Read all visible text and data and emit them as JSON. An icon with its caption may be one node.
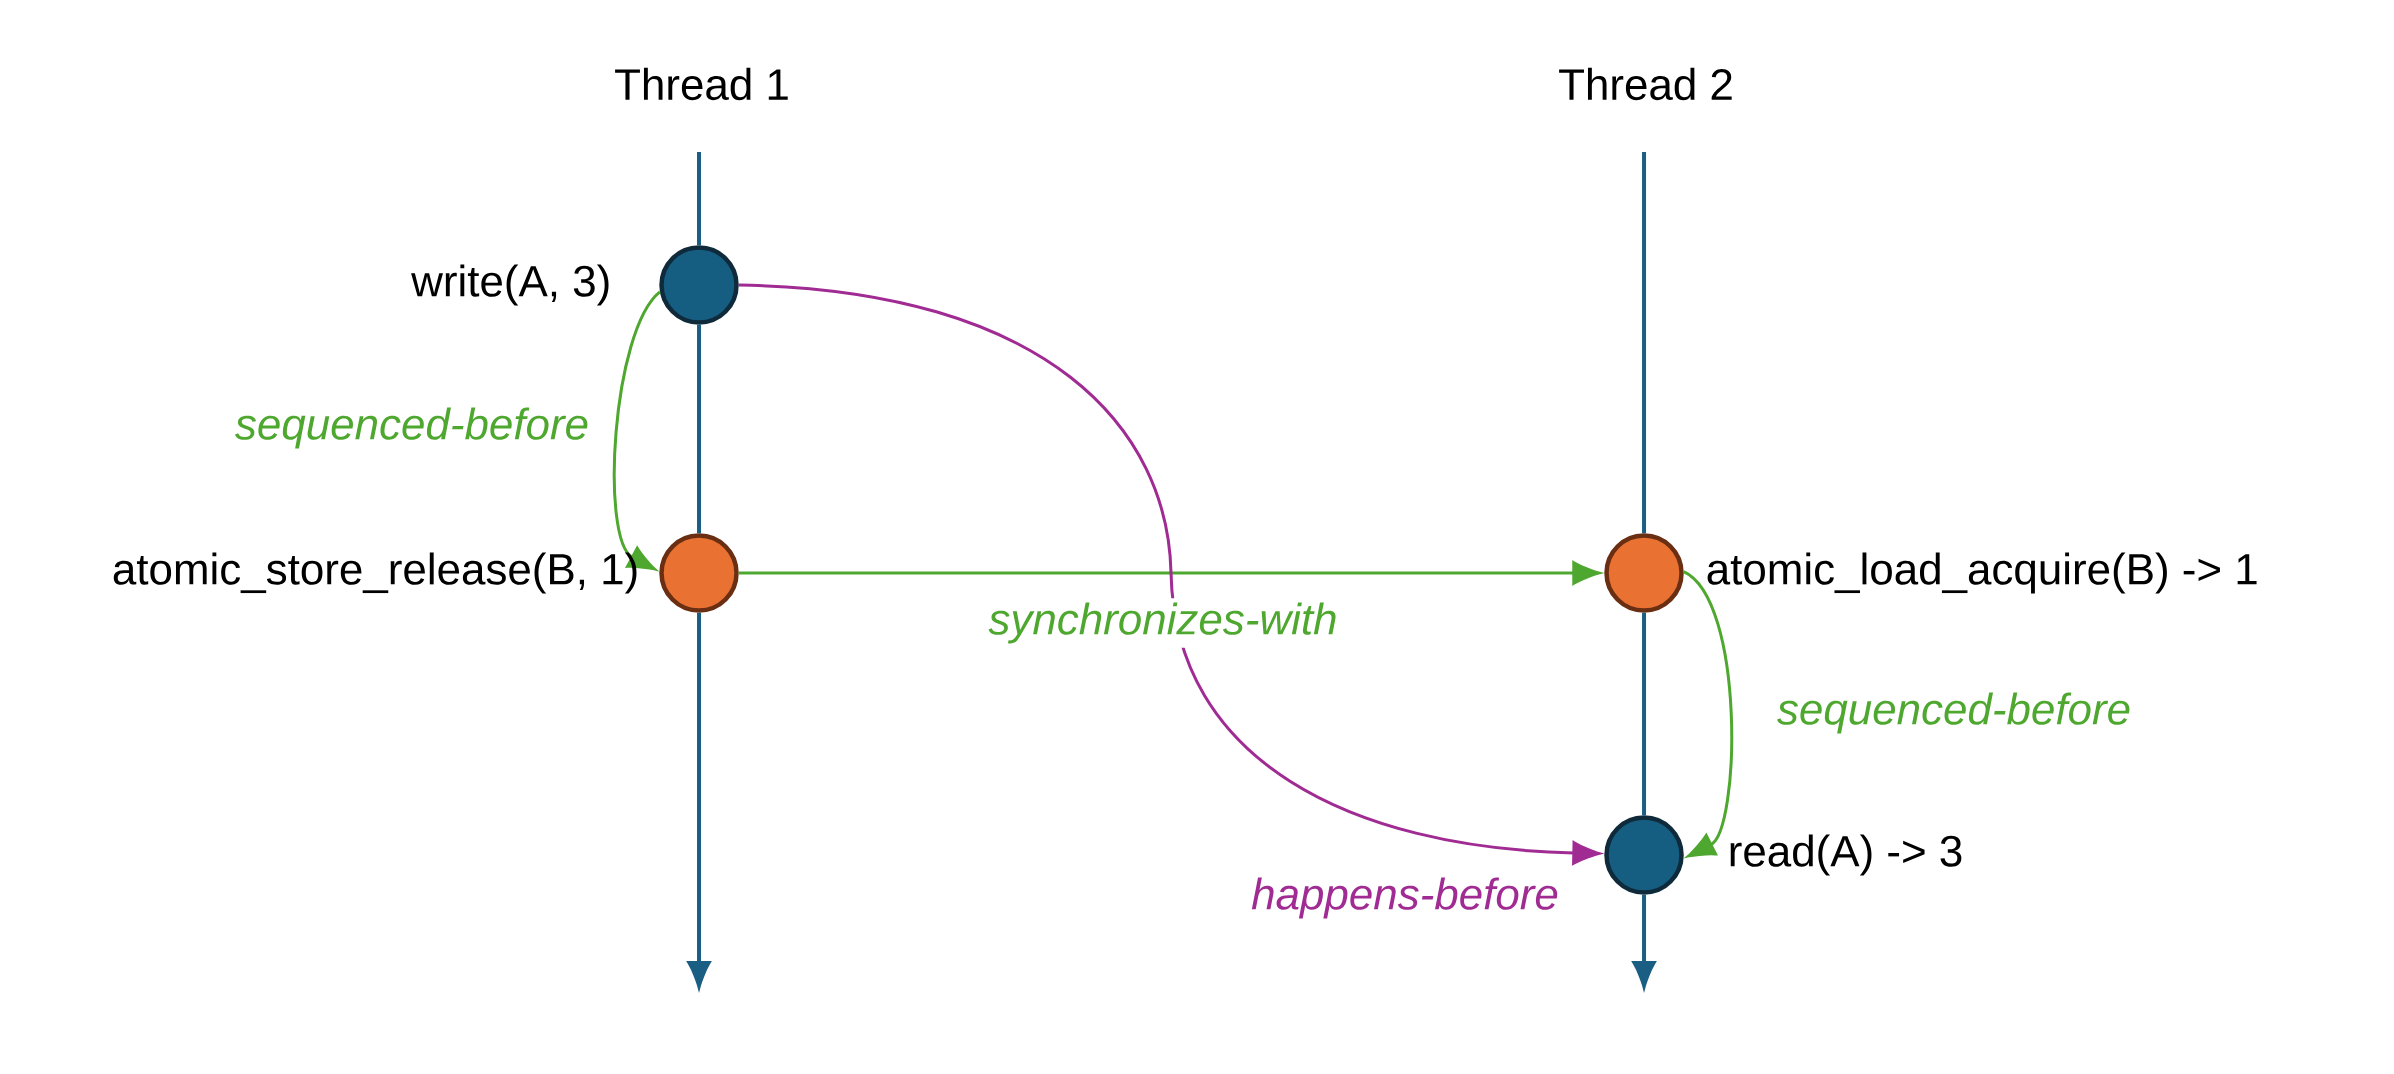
{
  "diagram": {
    "nodes": [
      {
        "text": [],
        "shape": "circle",
        "beside": [
          "write(A, 3)"
        ]
      },
      {
        "text": [],
        "shape": "circle",
        "beside": [
          "atomic_store_release(B, 1)"
        ]
      },
      {
        "text": [],
        "shape": "circle",
        "beside": [
          "atomic_load_acquire(B) -> 1"
        ]
      },
      {
        "text": [],
        "shape": "circle",
        "beside": [
          "read(A) -> 3"
        ]
      }
    ],
    "edges": [
      {
        "from": null,
        "to": 0,
        "arrow": "none",
        "color": "#1b5e84"
      },
      {
        "from": 0,
        "to": 1,
        "arrow": "none",
        "color": "#1b5e84"
      },
      {
        "from": 1,
        "to": null,
        "arrow": "to",
        "color": "#1b5e84"
      },
      {
        "from": null,
        "to": 2,
        "arrow": "none",
        "color": "#1b5e84"
      },
      {
        "from": 2,
        "to": 3,
        "arrow": "none",
        "color": "#1b5e84"
      },
      {
        "from": 3,
        "to": null,
        "arrow": "to",
        "color": "#1b5e84"
      },
      {
        "from": 0,
        "to": 1,
        "arrow": "to",
        "label": "sequenced-before",
        "color": "#4ea72e"
      },
      {
        "from": 1,
        "to": 2,
        "arrow": "to",
        "label": "synchronizes-with",
        "color": "#4ea72e"
      },
      {
        "from": 2,
        "to": 3,
        "arrow": "to",
        "label": "sequenced-before",
        "color": "#4ea72e"
      },
      {
        "from": 0,
        "to": 3,
        "arrow": "to",
        "label": "happens-before",
        "color": "#a02b93"
      }
    ],
    "labels": [
      "Thread 1",
      "Thread 2"
    ]
  }
}
